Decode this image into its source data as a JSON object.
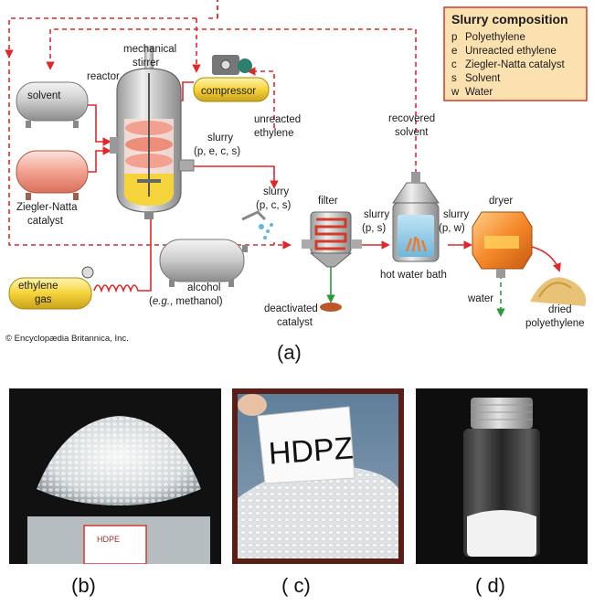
{
  "legend": {
    "title": "Slurry composition",
    "items": [
      {
        "code": "p",
        "label": "Polyethylene"
      },
      {
        "code": "e",
        "label": "Unreacted ethylene"
      },
      {
        "code": "c",
        "label": "Ziegler-Natta catalyst"
      },
      {
        "code": "s",
        "label": "Solvent"
      },
      {
        "code": "w",
        "label": "Water"
      }
    ]
  },
  "labels": {
    "solvent": "solvent",
    "reactor": "reactor",
    "stirrer_l1": "mechanical",
    "stirrer_l2": "stirrer",
    "compressor": "compressor",
    "unreacted_l1": "unreacted",
    "unreacted_l2": "ethylene",
    "slurry_pecs_l1": "slurry",
    "slurry_pecs_l2": "(p, e, c, s)",
    "catalyst_l1": "Ziegler-Natta",
    "catalyst_l2": "catalyst",
    "slurry_pcs_l1": "slurry",
    "slurry_pcs_l2": "(p, c, s)",
    "filter": "filter",
    "slurry_ps_l1": "slurry",
    "slurry_ps_l2": "(p, s)",
    "recovered_l1": "recovered",
    "recovered_l2": "solvent",
    "slurry_pw_l1": "slurry",
    "slurry_pw_l2": "(p, w)",
    "dryer": "dryer",
    "ethylene_l1": "ethylene",
    "ethylene_l2": "gas",
    "alcohol_l1": "alcohol",
    "alcohol_l2_pre": "(",
    "alcohol_l2_em": "e.g.",
    "alcohol_l2_post": ", methanol)",
    "hot_water": "hot water bath",
    "water": "water",
    "deactivated_l1": "deactivated",
    "deactivated_l2": "catalyst",
    "dried_l1": "dried",
    "dried_l2": "polyethylene",
    "copyright": "© Encyclopædia Britannica, Inc."
  },
  "captions": {
    "a": "(a)",
    "b": "(b)",
    "c": "( c)",
    "d": "( d)"
  },
  "photo_c_card": "HDPZ",
  "photo_b_bag": "HDPE",
  "colors": {
    "flow_red": "#e0282b",
    "box_fill": "#fbe0b0",
    "box_border": "#d23a2a",
    "tank_yellow": "#f5d33a",
    "tank_grey": "#cfcfcf",
    "tank_salmon": "#f2a08f",
    "drain_green": "#2d9a3a",
    "photo_dark": "#111111",
    "photo_frame": "#5a1e16"
  }
}
